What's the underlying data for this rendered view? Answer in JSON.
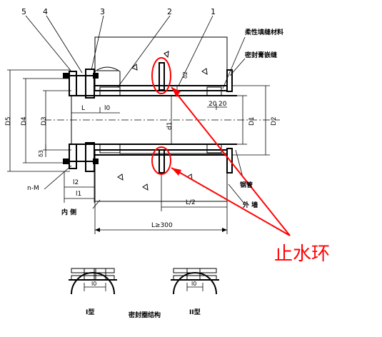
{
  "callouts": {
    "n1": "1",
    "n2": "2",
    "n3": "3",
    "n4": "4",
    "n5": "5"
  },
  "labels": {
    "rouxing": "柔性填缝材料",
    "mifeng": "密封膏嵌缝",
    "gangguan": "钢管",
    "waice": "外  墙",
    "neice": "内  侧",
    "zhishuihuan": "止水环",
    "miefengquan": "密封圈结构",
    "xing1": "I型",
    "xing2": "II型"
  },
  "dimensions": {
    "D5": "D5",
    "D4": "D4",
    "D3": "D3",
    "D1": "D1",
    "D2": "D2",
    "d1": "d1",
    "delta2": "δ2",
    "delta3": "δ3",
    "L": "L",
    "l0": "l0",
    "l0b": "l0",
    "l0c": "l0",
    "l1": "l1",
    "l2": "l2",
    "twenty1": "20",
    "twenty2": "20",
    "Lhalf": "L/2",
    "Lmin": "L≥300",
    "nM": "n-M"
  },
  "colors": {
    "line": "#000000",
    "highlight": "#ff0000",
    "background": "#ffffff"
  }
}
